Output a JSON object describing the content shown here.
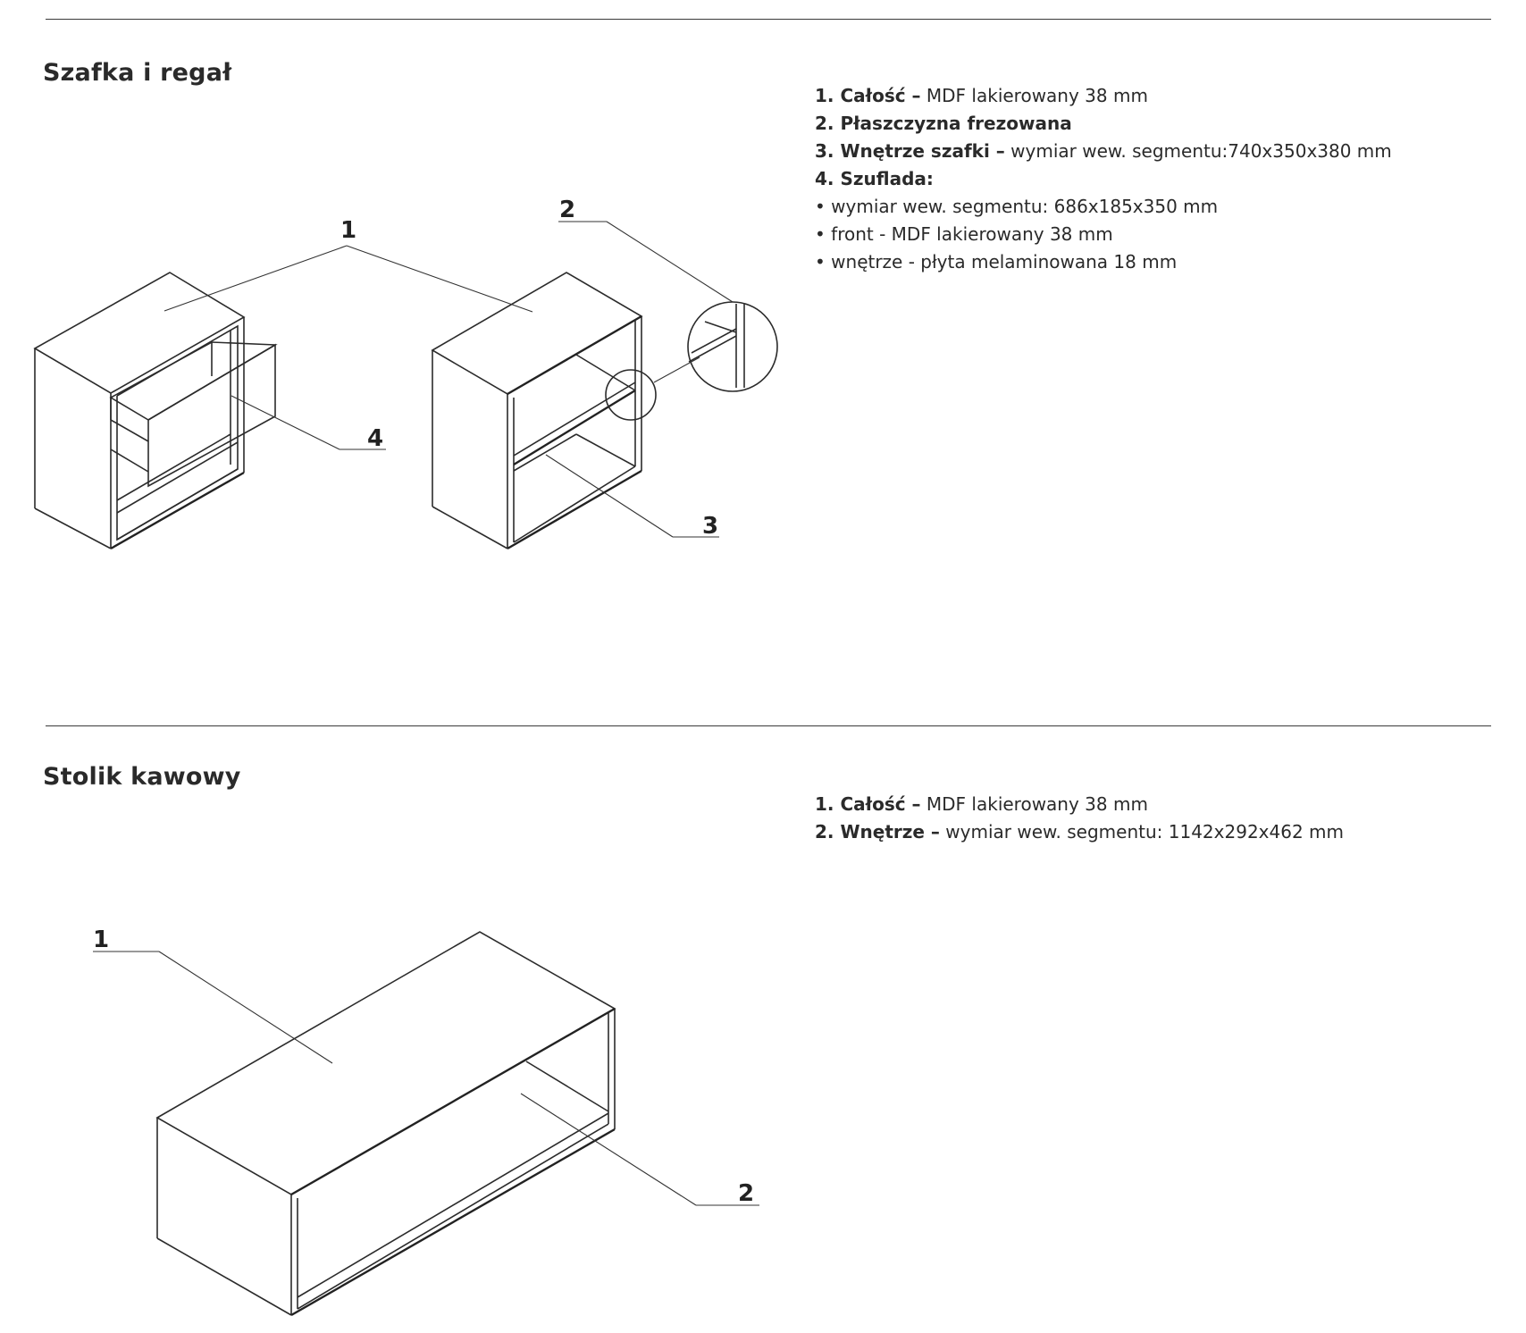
{
  "sections": [
    {
      "title": "Szafka i regał",
      "specs": [
        {
          "label": "1. Całość –",
          "text": " MDF lakierowany 38 mm"
        },
        {
          "label": "2. Płaszczyzna frezowana",
          "text": ""
        },
        {
          "label": "3. Wnętrze szafki –",
          "text": " wymiar wew. segmentu:740x350x380 mm"
        },
        {
          "label": "4. Szuflada:",
          "text": ""
        },
        {
          "label": "",
          "text": "• wymiar wew. segmentu: 686x185x350 mm"
        },
        {
          "label": "",
          "text": "• front - MDF lakierowany 38 mm"
        },
        {
          "label": "",
          "text": "• wnętrze - płyta melaminowana 18 mm"
        }
      ],
      "callouts": [
        "1",
        "2",
        "3",
        "4"
      ]
    },
    {
      "title": "Stolik kawowy",
      "specs": [
        {
          "label": "1. Całość –",
          "text": " MDF lakierowany 38 mm"
        },
        {
          "label": "2. Wnętrze –",
          "text": " wymiar wew. segmentu: 1142x292x462 mm"
        }
      ],
      "callouts": [
        "1",
        "2"
      ]
    }
  ]
}
